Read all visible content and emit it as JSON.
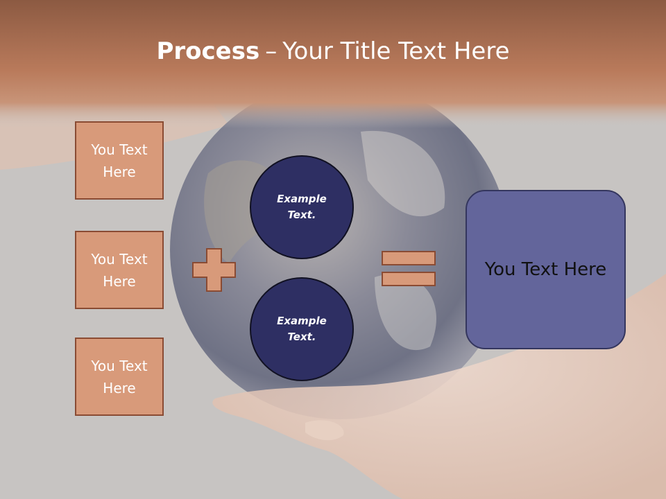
{
  "slide": {
    "title_bold": "Process",
    "title_dash": "–",
    "title_rest": "Your Title Text Here"
  },
  "left_boxes": [
    {
      "label": "You Text Here"
    },
    {
      "label": "You Text Here"
    },
    {
      "label": "You Text Here"
    }
  ],
  "circles": [
    {
      "label": "Example Text."
    },
    {
      "label": "Example Text."
    }
  ],
  "result": {
    "label": "You Text Here"
  },
  "icons": {
    "plus": "plus-icon",
    "equals": "equals-icon",
    "background": "earth-in-hands-image"
  },
  "colors": {
    "header_band": "#b8795a",
    "box_fill": "#d89a7a",
    "box_border": "#8a4b33",
    "circle_fill": "#2e2f63",
    "result_fill": "#63659b"
  }
}
